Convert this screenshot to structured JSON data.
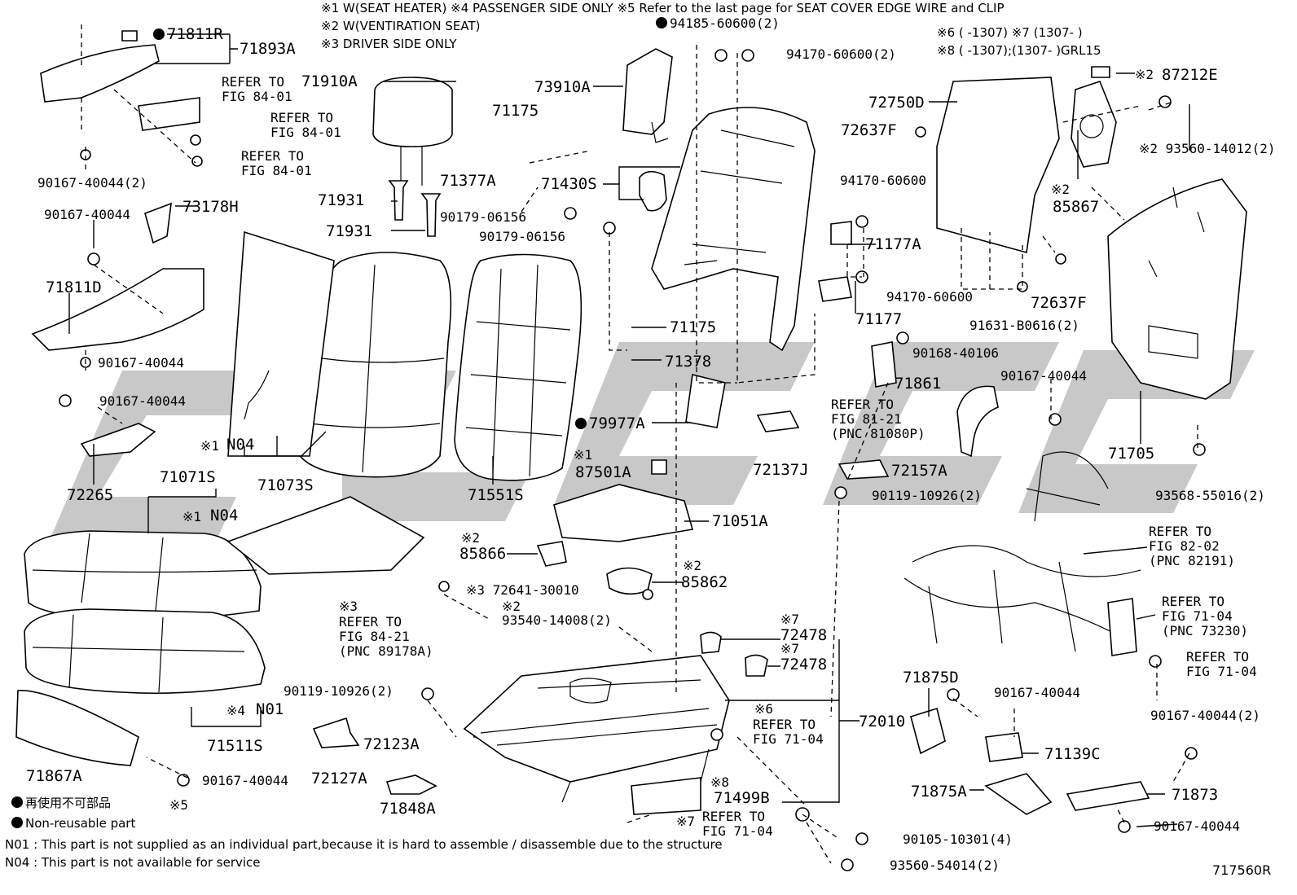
{
  "notes": {
    "n1": "※1  W(SEAT  HEATER) ※4  PASSENGER SIDE ONLY  ※5 Refer to the last page for SEAT COVER EDGE WIRE and CLIP",
    "n2": "※2  W(VENTIRATION  SEAT)",
    "n3": "※3  DRIVER SIDE ONLY",
    "n6": "※6 (       -1307) ※7 (1307-      )",
    "n8": "※8 (       -1307);(1307-      )GRL15"
  },
  "legend": {
    "jp": "再使用不可部品",
    "en": "Non-reusable part"
  },
  "footnotes": {
    "n01": "N01 : This part is not supplied as an individual part,because it is hard to assemble / disassemble due to the structure",
    "n04": "N04 : This part is not available for service"
  },
  "figure_id": "717560R",
  "parts": {
    "p71811R": "71811R",
    "p71893A": "71893A",
    "p71910A": "71910A",
    "refer_84_01_a": "REFER TO\nFIG 84-01",
    "refer_84_01_b": "REFER TO\nFIG 84-01",
    "refer_84_01_c": "REFER TO\nFIG 84-01",
    "p90167_40044_2a": "90167-40044(2)",
    "p73910A": "73910A",
    "p94185": "94185-60600(2)",
    "p94170_2": "94170-60600(2)",
    "p72750D": "72750D",
    "p87212E": "87212E",
    "s2_87212E": "※2",
    "p71175a": "71175",
    "p72637Fa": "72637F",
    "p93560_14012": "※2 93560-14012(2)",
    "p73178H": "73178H",
    "p90167_40044a": "90167-40044",
    "p71377A": "71377A",
    "p71430S": "71430S",
    "p94170a": "94170-60600",
    "s2_85867": "※2",
    "p85867": "85867",
    "p71931a": "71931",
    "p71931b": "71931",
    "p90179a": "90179-06156",
    "p90179b": "90179-06156",
    "p71177A": "71177A",
    "p71811D": "71811D",
    "p94170b": "94170-60600",
    "p72637Fb": "72637F",
    "p71177": "71177",
    "p91631": "91631-B0616(2)",
    "p71175b": "71175",
    "p90168": "90168-40106",
    "p90167_40044b": "90167-40044",
    "p71378": "71378",
    "p71861": "71861",
    "p90167_40044c": "90167-40044",
    "p90167_40044d": "90167-40044",
    "refer_81_21": "REFER TO\nFIG 81-21\n(PNC 81080P)",
    "p79977A": "79977A",
    "p71705": "71705",
    "s1_n04a": "※1",
    "n04a": "N04",
    "s1_87501A": "※1",
    "p87501A": "87501A",
    "p72265": "72265",
    "p71073S": "71073S",
    "p71551S": "71551S",
    "p72137J": "72137J",
    "p72157A": "72157A",
    "p93568": "93568-55016(2)",
    "p71071S": "71071S",
    "s1_n04b": "※1",
    "n04b": "N04",
    "p90119a": "90119-10926(2)",
    "p71051A": "71051A",
    "refer_82_02": "REFER TO\nFIG 82-02\n(PNC 82191)",
    "s2_85866": "※2",
    "p85866": "85866",
    "s2_85862": "※2",
    "p85862": "85862",
    "p72641": "※3 72641-30010",
    "s2_93540": "※2",
    "p93540": "93540-14008(2)",
    "s3_refer": "※3",
    "refer_84_21": "REFER TO\nFIG 84-21\n(PNC 89178A)",
    "refer_71_04a": "REFER TO\nFIG 71-04\n(PNC 73230)",
    "refer_71_04b": "REFER TO\nFIG 71-04",
    "s7_a": "※7",
    "p72478a": "72478",
    "s7_b": "※7",
    "p72478b": "72478",
    "p71875D": "71875D",
    "p90167_40044e": "90167-40044",
    "p90119b": "90119-10926(2)",
    "s4_n01": "※4",
    "n01": "N01",
    "s6": "※6",
    "refer_71_04c": "REFER TO\nFIG 71-04",
    "p72010": "72010",
    "p71511S": "71511S",
    "p72123A": "72123A",
    "p90167_40044_2b": "90167-40044(2)",
    "p71139C": "71139C",
    "p71867A": "71867A",
    "p90167_40044f": "90167-40044",
    "p72127A": "72127A",
    "s8": "※8",
    "p71499B": "71499B",
    "p71875A": "71875A",
    "p71873": "71873",
    "s5": "※5",
    "p71848A": "71848A",
    "s7_c": "※7",
    "refer_71_04d": "REFER TO\nFIG 71-04",
    "p90105": "90105-10301(4)",
    "p90167_40044g": "90167-40044",
    "p93560_54014": "93560-54014(2)"
  }
}
